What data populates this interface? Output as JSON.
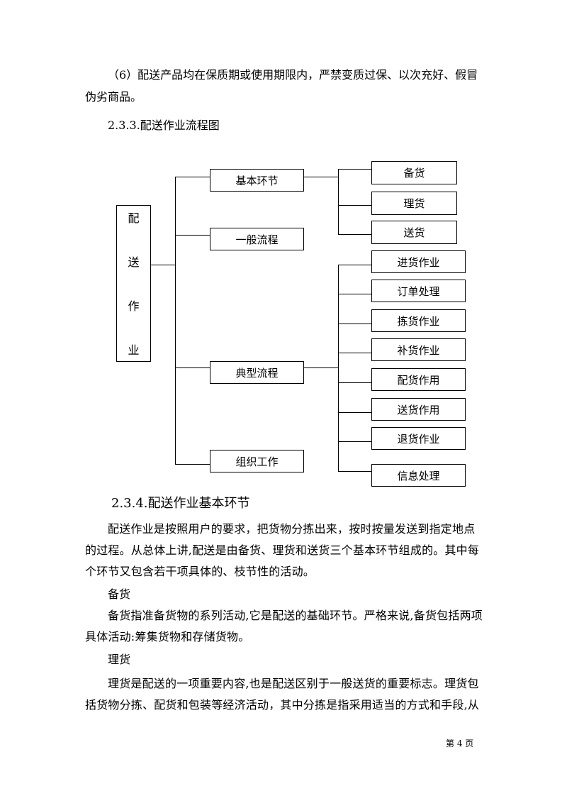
{
  "body_top": {
    "item6_line1": "（6）配送产品均在保质期或使用期限内，严禁变质过保、以次充好、假冒",
    "item6_line2": "伪劣商品。",
    "section_233": "2.3.3.配送作业流程图"
  },
  "flowchart": {
    "root_chars": [
      "配",
      "送",
      "作",
      "业"
    ],
    "level1": [
      "基本环节",
      "一般流程",
      "典型流程",
      "组织工作"
    ],
    "basic_children": [
      "备货",
      "理货",
      "送货"
    ],
    "typical_children": [
      "进货作业",
      "订单处理",
      "拣货作业",
      "补货作业",
      "配货作用",
      "送货作用",
      "退货作业",
      "信息处理"
    ]
  },
  "body_bottom": {
    "section_234": "2.3.4.配送作业基本环节",
    "intro_paragraph": "配送作业是按照用户的要求，把货物分拣出来，按时按量发送到指定地点的过程。从总体上讲,配送是由备货、理货和送货三个基本环节组成的。其中每个环节又包含若干项具体的、枝节性的活动。",
    "beihuo_title": "备货",
    "beihuo_paragraph": "备货指准备货物的系列活动,它是配送的基础环节。严格来说,备货包括两项具体活动:筹集货物和存储货物。",
    "lihuo_title": "理货",
    "lihuo_paragraph": "理货是配送的一项重要内容,也是配送区别于一般送货的重要标志。理货包括货物分拣、配货和包装等经济活动，其中分拣是指采用适当的方式和手段,从"
  },
  "footer": {
    "page_label": "第 4 页"
  }
}
